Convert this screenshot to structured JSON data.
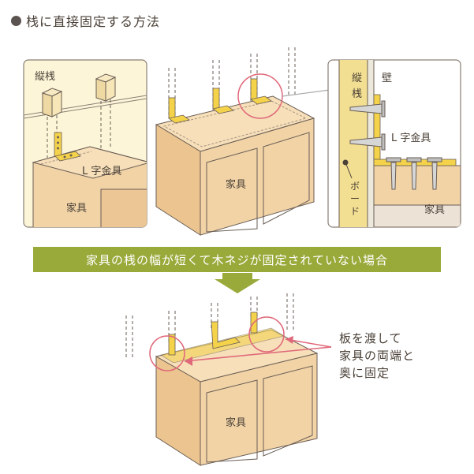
{
  "title": "栈に直接固定する方法",
  "labels": {
    "tate_zan_left": "縦桟",
    "l_kanagu_left": "L 字金具",
    "kagu_left": "家具",
    "kagu_center": "家具",
    "tate_zan_right": "縦",
    "tate_zan_right2": "桟",
    "kabe": "壁",
    "l_kanagu_right": "L 字金具",
    "board_1": "ボ",
    "board_2": "ー",
    "board_3": "ド",
    "kagu_right": "家具",
    "kagu_bottom": "家具"
  },
  "banner": "家具の桟の幅が短くて木ネジが固定されていない場合",
  "note": {
    "line1": "板を渡して",
    "line2": "家具の両端と",
    "line3": "奥に固定"
  },
  "colors": {
    "wood": "#f1d3a6",
    "wood_dark": "#e8c08c",
    "wall": "#fdf5d8",
    "bracket": "#f4d24a",
    "accent_red": "#e0687a",
    "banner": "#9aaa3a",
    "line": "#6a5e55"
  }
}
